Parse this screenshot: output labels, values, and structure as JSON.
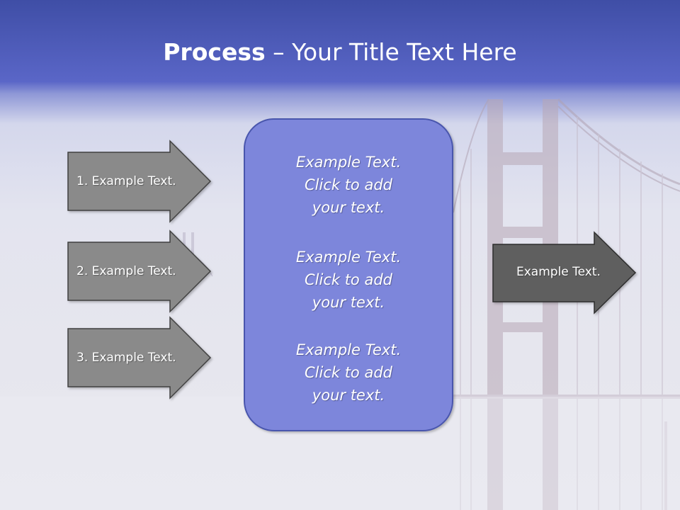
{
  "slide": {
    "title_bold": "Process",
    "title_dash": " – ",
    "title_rest": "Your Title Text Here"
  },
  "arrows": [
    {
      "label": "1. Example Text."
    },
    {
      "label": "2. Example Text."
    },
    {
      "label": "3. Example Text."
    }
  ],
  "center_box": {
    "blocks": [
      {
        "line1": "Example Text.",
        "line2": "Click  to add",
        "line3": "your text."
      },
      {
        "line1": "Example Text.",
        "line2": "Click  to add",
        "line3": "your text."
      },
      {
        "line1": "Example Text.",
        "line2": "Click  to add",
        "line3": "your text."
      }
    ]
  },
  "output_arrow": {
    "label": "Example Text."
  },
  "colors": {
    "header": "#3f4ea6",
    "box_fill": "#7d86db",
    "box_border": "#4a56ad",
    "arrow_fill": "#8a8a8a",
    "output_arrow_fill": "#5e5e5e"
  },
  "background_image": "bridge-in-fog"
}
